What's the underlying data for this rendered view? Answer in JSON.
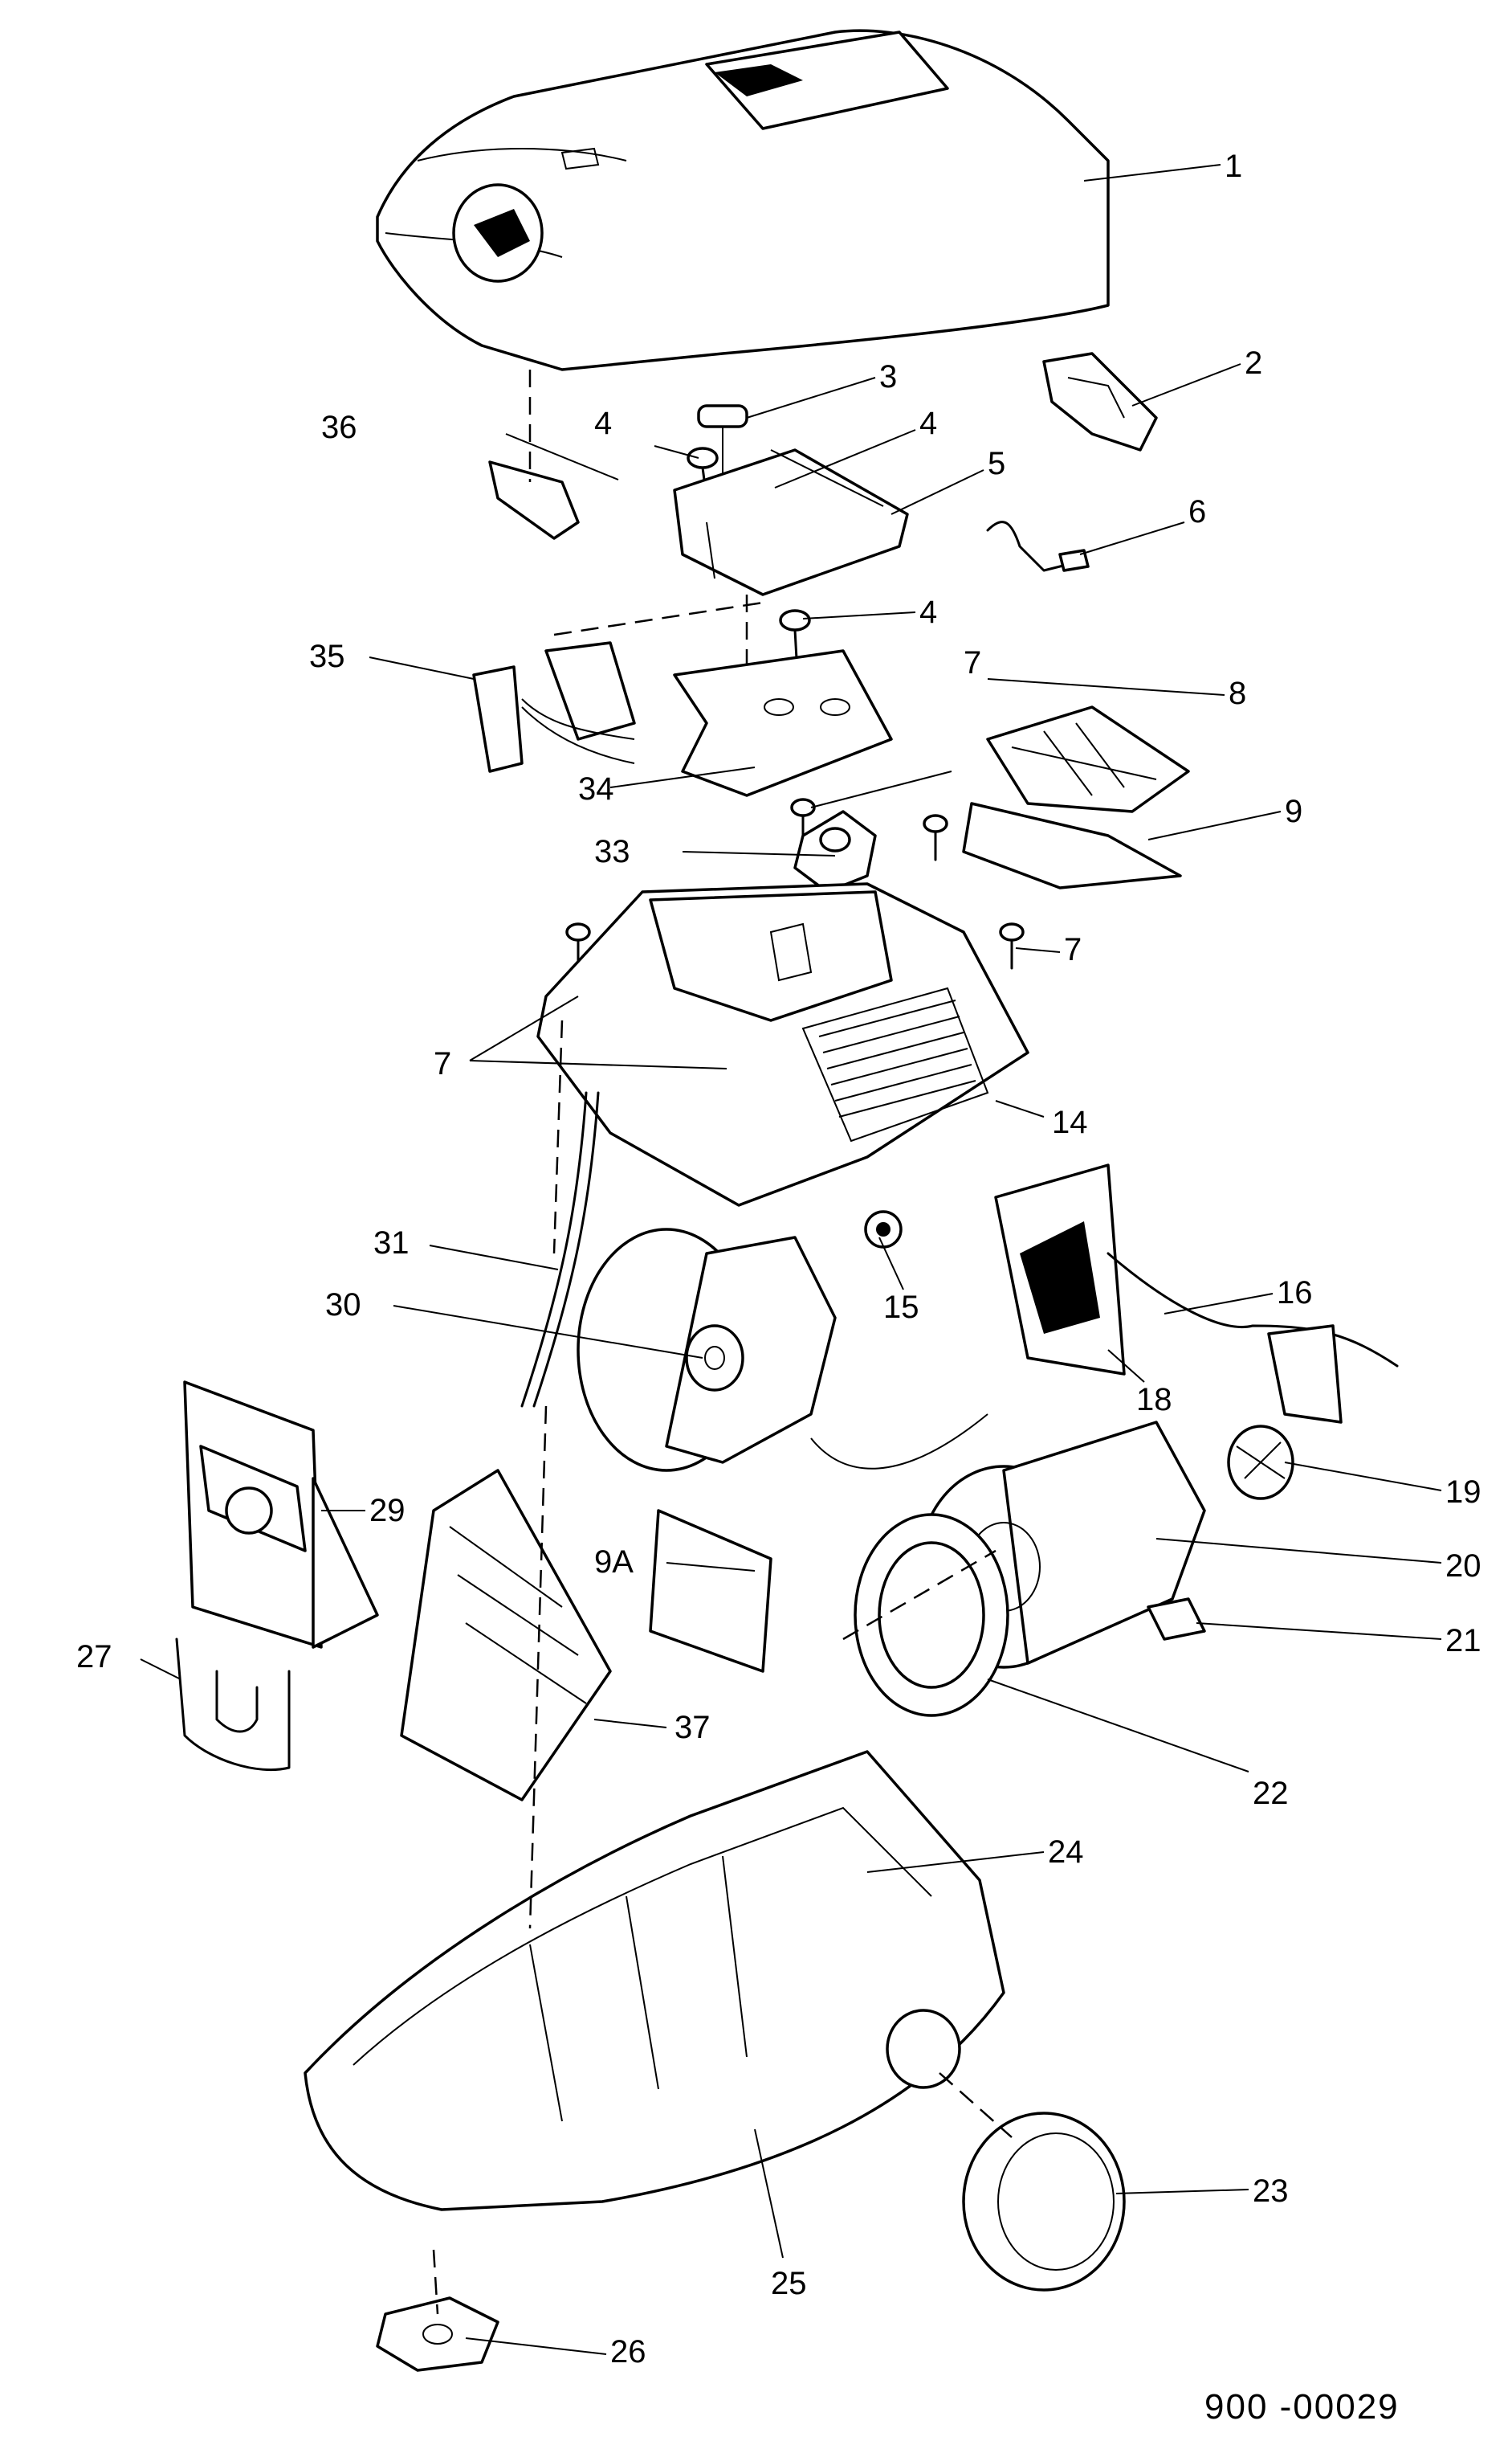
{
  "drawing_code": "900 -00029",
  "callouts": [
    {
      "id": "c1",
      "text": "1"
    },
    {
      "id": "c2",
      "text": "2"
    },
    {
      "id": "c3",
      "text": "3"
    },
    {
      "id": "c4a",
      "text": "4"
    },
    {
      "id": "c4b",
      "text": "4"
    },
    {
      "id": "c4c",
      "text": "4"
    },
    {
      "id": "c5",
      "text": "5"
    },
    {
      "id": "c6",
      "text": "6"
    },
    {
      "id": "c7a",
      "text": "7"
    },
    {
      "id": "c7b",
      "text": "7"
    },
    {
      "id": "c7c",
      "text": "7"
    },
    {
      "id": "c8",
      "text": "8"
    },
    {
      "id": "c9",
      "text": "9"
    },
    {
      "id": "c9A",
      "text": "9A"
    },
    {
      "id": "c14",
      "text": "14"
    },
    {
      "id": "c15",
      "text": "15"
    },
    {
      "id": "c16",
      "text": "16"
    },
    {
      "id": "c18",
      "text": "18"
    },
    {
      "id": "c19",
      "text": "19"
    },
    {
      "id": "c20",
      "text": "20"
    },
    {
      "id": "c21",
      "text": "21"
    },
    {
      "id": "c22",
      "text": "22"
    },
    {
      "id": "c23",
      "text": "23"
    },
    {
      "id": "c24",
      "text": "24"
    },
    {
      "id": "c25",
      "text": "25"
    },
    {
      "id": "c26",
      "text": "26"
    },
    {
      "id": "c27",
      "text": "27"
    },
    {
      "id": "c29",
      "text": "29"
    },
    {
      "id": "c30",
      "text": "30"
    },
    {
      "id": "c31",
      "text": "31"
    },
    {
      "id": "c33",
      "text": "33"
    },
    {
      "id": "c34",
      "text": "34"
    },
    {
      "id": "c35",
      "text": "35"
    },
    {
      "id": "c36",
      "text": "36"
    },
    {
      "id": "c37",
      "text": "37"
    }
  ]
}
